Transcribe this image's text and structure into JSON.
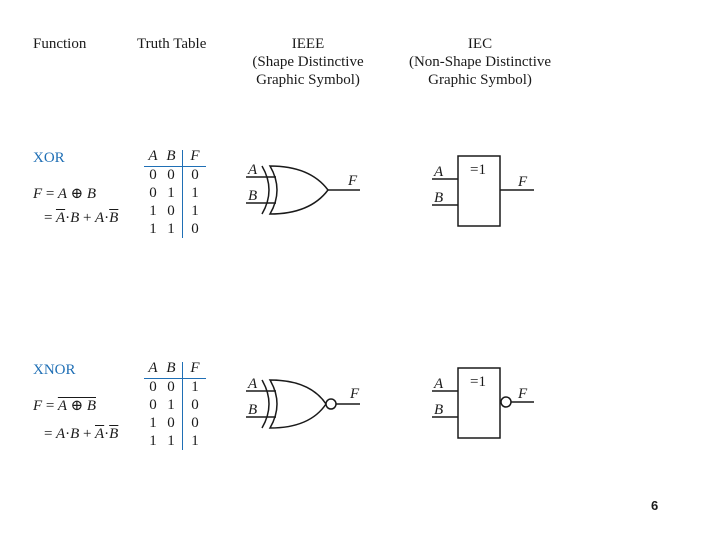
{
  "headers": {
    "function": "Function",
    "truth_table": "Truth Table",
    "ieee": {
      "line1": "IEEE",
      "line2": "(Shape Distinctive",
      "line3": "Graphic Symbol)"
    },
    "iec": {
      "line1": "IEC",
      "line2": "(Non-Shape Distinctive",
      "line3": "Graphic Symbol)"
    }
  },
  "xor": {
    "name": "XOR",
    "eq1": {
      "lhs": "F",
      "eq": "=",
      "a": "A",
      "op": "⊕",
      "b": "B"
    },
    "eq2": {
      "eq": "=",
      "a_bar": "A",
      "dot1": "·",
      "b": "B",
      "plus": "+",
      "a": "A",
      "dot2": "·",
      "b_bar": "B"
    },
    "truth_table": {
      "headers": [
        "A",
        "B",
        "F"
      ],
      "rows": [
        [
          "0",
          "0",
          "0"
        ],
        [
          "0",
          "1",
          "1"
        ],
        [
          "1",
          "0",
          "1"
        ],
        [
          "1",
          "1",
          "0"
        ]
      ]
    },
    "ieee": {
      "in_a": "A",
      "in_b": "B",
      "out": "F"
    },
    "iec": {
      "in_a": "A",
      "in_b": "B",
      "out": "F",
      "label": "=1"
    }
  },
  "xnor": {
    "name": "XNOR",
    "eq1": {
      "lhs": "F",
      "eq": "=",
      "expr": "A ⊕ B"
    },
    "eq2": {
      "eq": "=",
      "a": "A",
      "dot1": "·",
      "b": "B",
      "plus": "+",
      "a_bar": "A",
      "dot2": "·",
      "b_bar": "B"
    },
    "truth_table": {
      "headers": [
        "A",
        "B",
        "F"
      ],
      "rows": [
        [
          "0",
          "0",
          "1"
        ],
        [
          "0",
          "1",
          "0"
        ],
        [
          "1",
          "0",
          "0"
        ],
        [
          "1",
          "1",
          "1"
        ]
      ]
    },
    "ieee": {
      "in_a": "A",
      "in_b": "B",
      "out": "F"
    },
    "iec": {
      "in_a": "A",
      "in_b": "B",
      "out": "F",
      "label": "=1"
    }
  },
  "colors": {
    "accent": "#1f6fb5",
    "ink": "#1a1a1a"
  },
  "page_number": "6"
}
